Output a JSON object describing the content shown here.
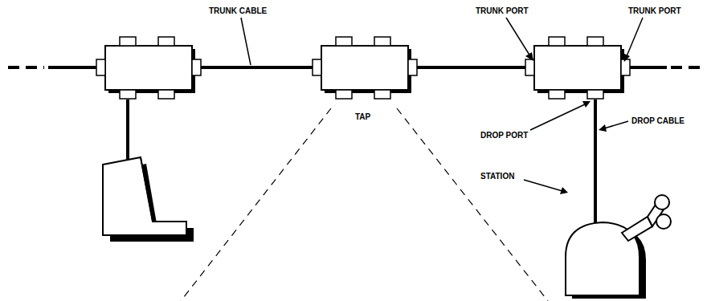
{
  "diagram": {
    "labels": [
      "TRUNK CABLE",
      "TRUNK PORT",
      "TRUNK PORT",
      "TAP",
      "DROP PORT",
      "DROP CABLE",
      "STATION"
    ]
  }
}
